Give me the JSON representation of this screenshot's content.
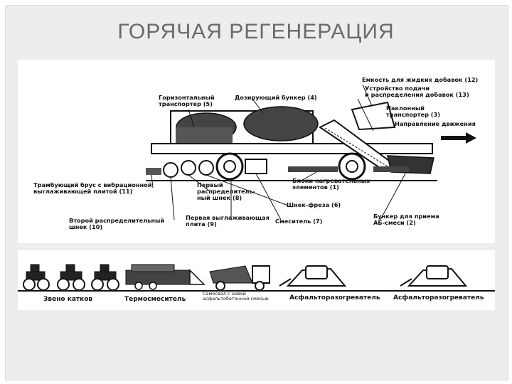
{
  "slide": {
    "title": "ГОРЯЧАЯ РЕГЕНЕРАЦИЯ"
  },
  "diagram_top": {
    "labels": {
      "horizontal_conveyor": "Горизонтальный\nтранспортер (5)",
      "dosing_hopper": "Дозирующий бункер (4)",
      "liquid_additives_tank": "Емкость для жидких добавок (12)",
      "additive_feeder": "Устройство подачи\nи распределения добавок (13)",
      "inclined_conveyor": "Наклонный\nтранспортер (3)",
      "direction": "Направление движения",
      "tamping_bar": "Трамбующий брус с вибрационной\nвыглаживающей плитой (11)",
      "first_distributor_auger": "Первый\nраспределитель-\nный шнек (8)",
      "heating_blocks": "Блоки нагревательных\nэлементов (1)",
      "auger_mill": "Шнек-фреза (6)",
      "second_distributor_auger": "Второй распределительный\nшнек (10)",
      "first_smoothing_plate": "Первая выглаживающая\nплита (9)",
      "mixer": "Смеситель (7)",
      "receiving_hopper": "Бункер для приема\nАБ-смеси (2)"
    }
  },
  "diagram_bottom": {
    "labels": {
      "roller_group": "Звено катков",
      "thermo_mixer": "Термосмеситель",
      "dump_truck": "Самосвал с новой\nасфальтобетонной смесью",
      "heater_1": "Асфальторазогреватель",
      "heater_2": "Асфальторазогреватель"
    }
  }
}
